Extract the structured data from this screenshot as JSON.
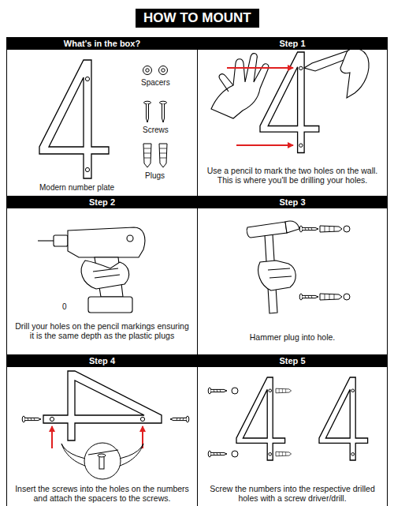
{
  "diagram": {
    "title": "HOW TO MOUNT",
    "nodes": [
      {
        "text": [
          "What's in the box?"
        ]
      },
      {
        "text": [
          "Step 1",
          "Use a pencil to mark the two holes on the wall. This is where you'll be drilling your holes."
        ]
      },
      {
        "text": [
          "Step 2",
          "Drill your holes on the pencil markings ensuring it is the same depth as the plastic plugs"
        ]
      },
      {
        "text": [
          "Step 3",
          "Hammer plug into hole."
        ]
      },
      {
        "text": [
          "Step 4",
          "Insert the screws into the holes on the numbers and attach the spacers to the screws."
        ]
      },
      {
        "text": [
          "Step 5",
          "Screw the numbers into the respective drilled holes with a screw driver/drill."
        ]
      }
    ],
    "labels": [
      "Spacers",
      "Screws",
      "Plugs",
      "Modern number plate",
      "0"
    ]
  }
}
